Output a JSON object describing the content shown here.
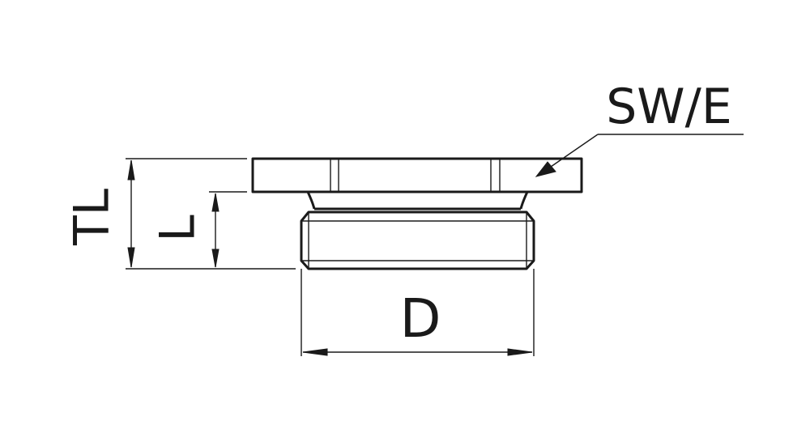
{
  "labels": {
    "sw_e": "SW/E",
    "tl": "TL",
    "l": "L",
    "d": "D"
  },
  "colors": {
    "line": "#1a1a1a",
    "background": "#ffffff"
  }
}
